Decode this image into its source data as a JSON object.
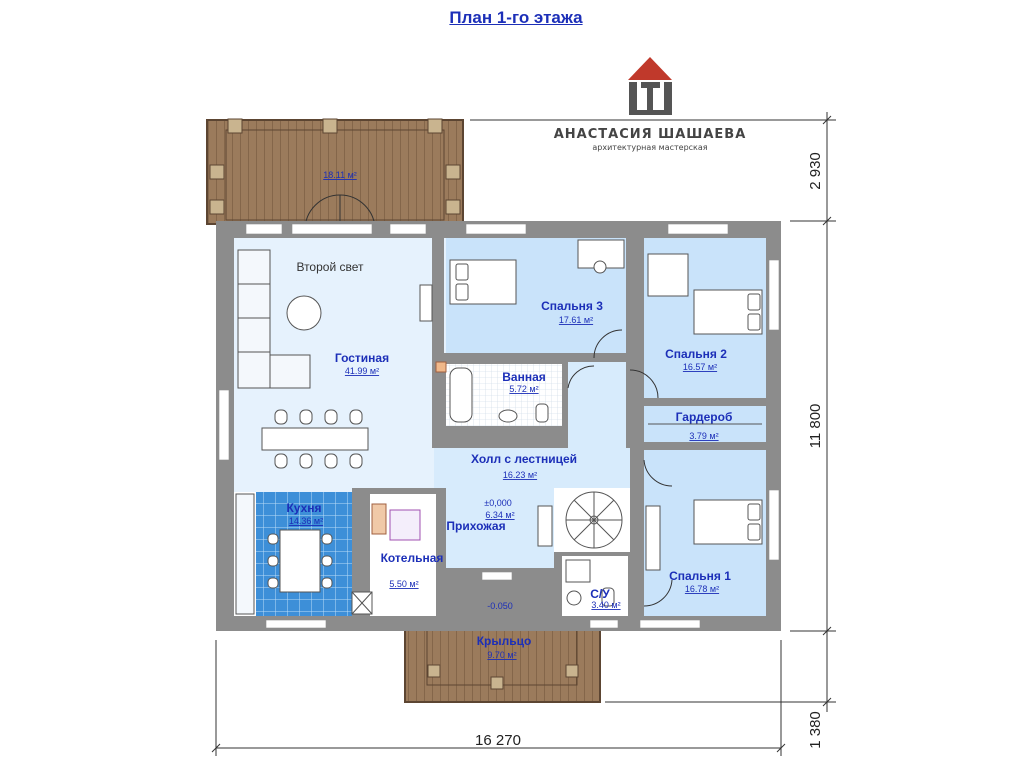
{
  "title": "План 1-го этажа",
  "brand": {
    "name": "АНАСТАСИЯ ШАШАЕВА",
    "subtitle": "архитектурная мастерская",
    "logo_color": "#c0392b"
  },
  "rooms": {
    "terrace": {
      "area": "18.11 м²"
    },
    "living": {
      "name": "Гостиная",
      "area": "41.99 м²",
      "note": "Второй свет"
    },
    "bedroom3": {
      "name": "Спальня 3",
      "area": "17.61 м²"
    },
    "bedroom2": {
      "name": "Спальня 2",
      "area": "16.57 м²"
    },
    "bath": {
      "name": "Ванная",
      "area": "5.72 м²"
    },
    "wardrobe": {
      "name": "Гардероб",
      "area": "3.79 м²"
    },
    "hall": {
      "name": "Холл с лестницей",
      "area": "16.23 м²"
    },
    "kitchen": {
      "name": "Кухня",
      "area": "14.36 м²"
    },
    "entrance": {
      "name": "Прихожая",
      "area": "6.34 м²",
      "level": "±0,000"
    },
    "boiler": {
      "name": "Котельная",
      "area": "5.50 м²"
    },
    "wc": {
      "name": "С/У",
      "area": "3.40 м²"
    },
    "bedroom1": {
      "name": "Спальня 1",
      "area": "16.78 м²"
    },
    "porch": {
      "name": "Крыльцо",
      "area": "9.70 м²",
      "level": "-0.050"
    }
  },
  "dimensions": {
    "width": "16 270",
    "height_main": "11 800",
    "height_terrace": "2 930",
    "height_porch": "1 380"
  },
  "colors": {
    "wall": "#8c8c8c",
    "wood": "#9b7b5c",
    "living": "#e6f2fd",
    "bedroom": "#c9e3fa",
    "kitchen": "#3d8fd8",
    "text": "#1c2fb8"
  }
}
